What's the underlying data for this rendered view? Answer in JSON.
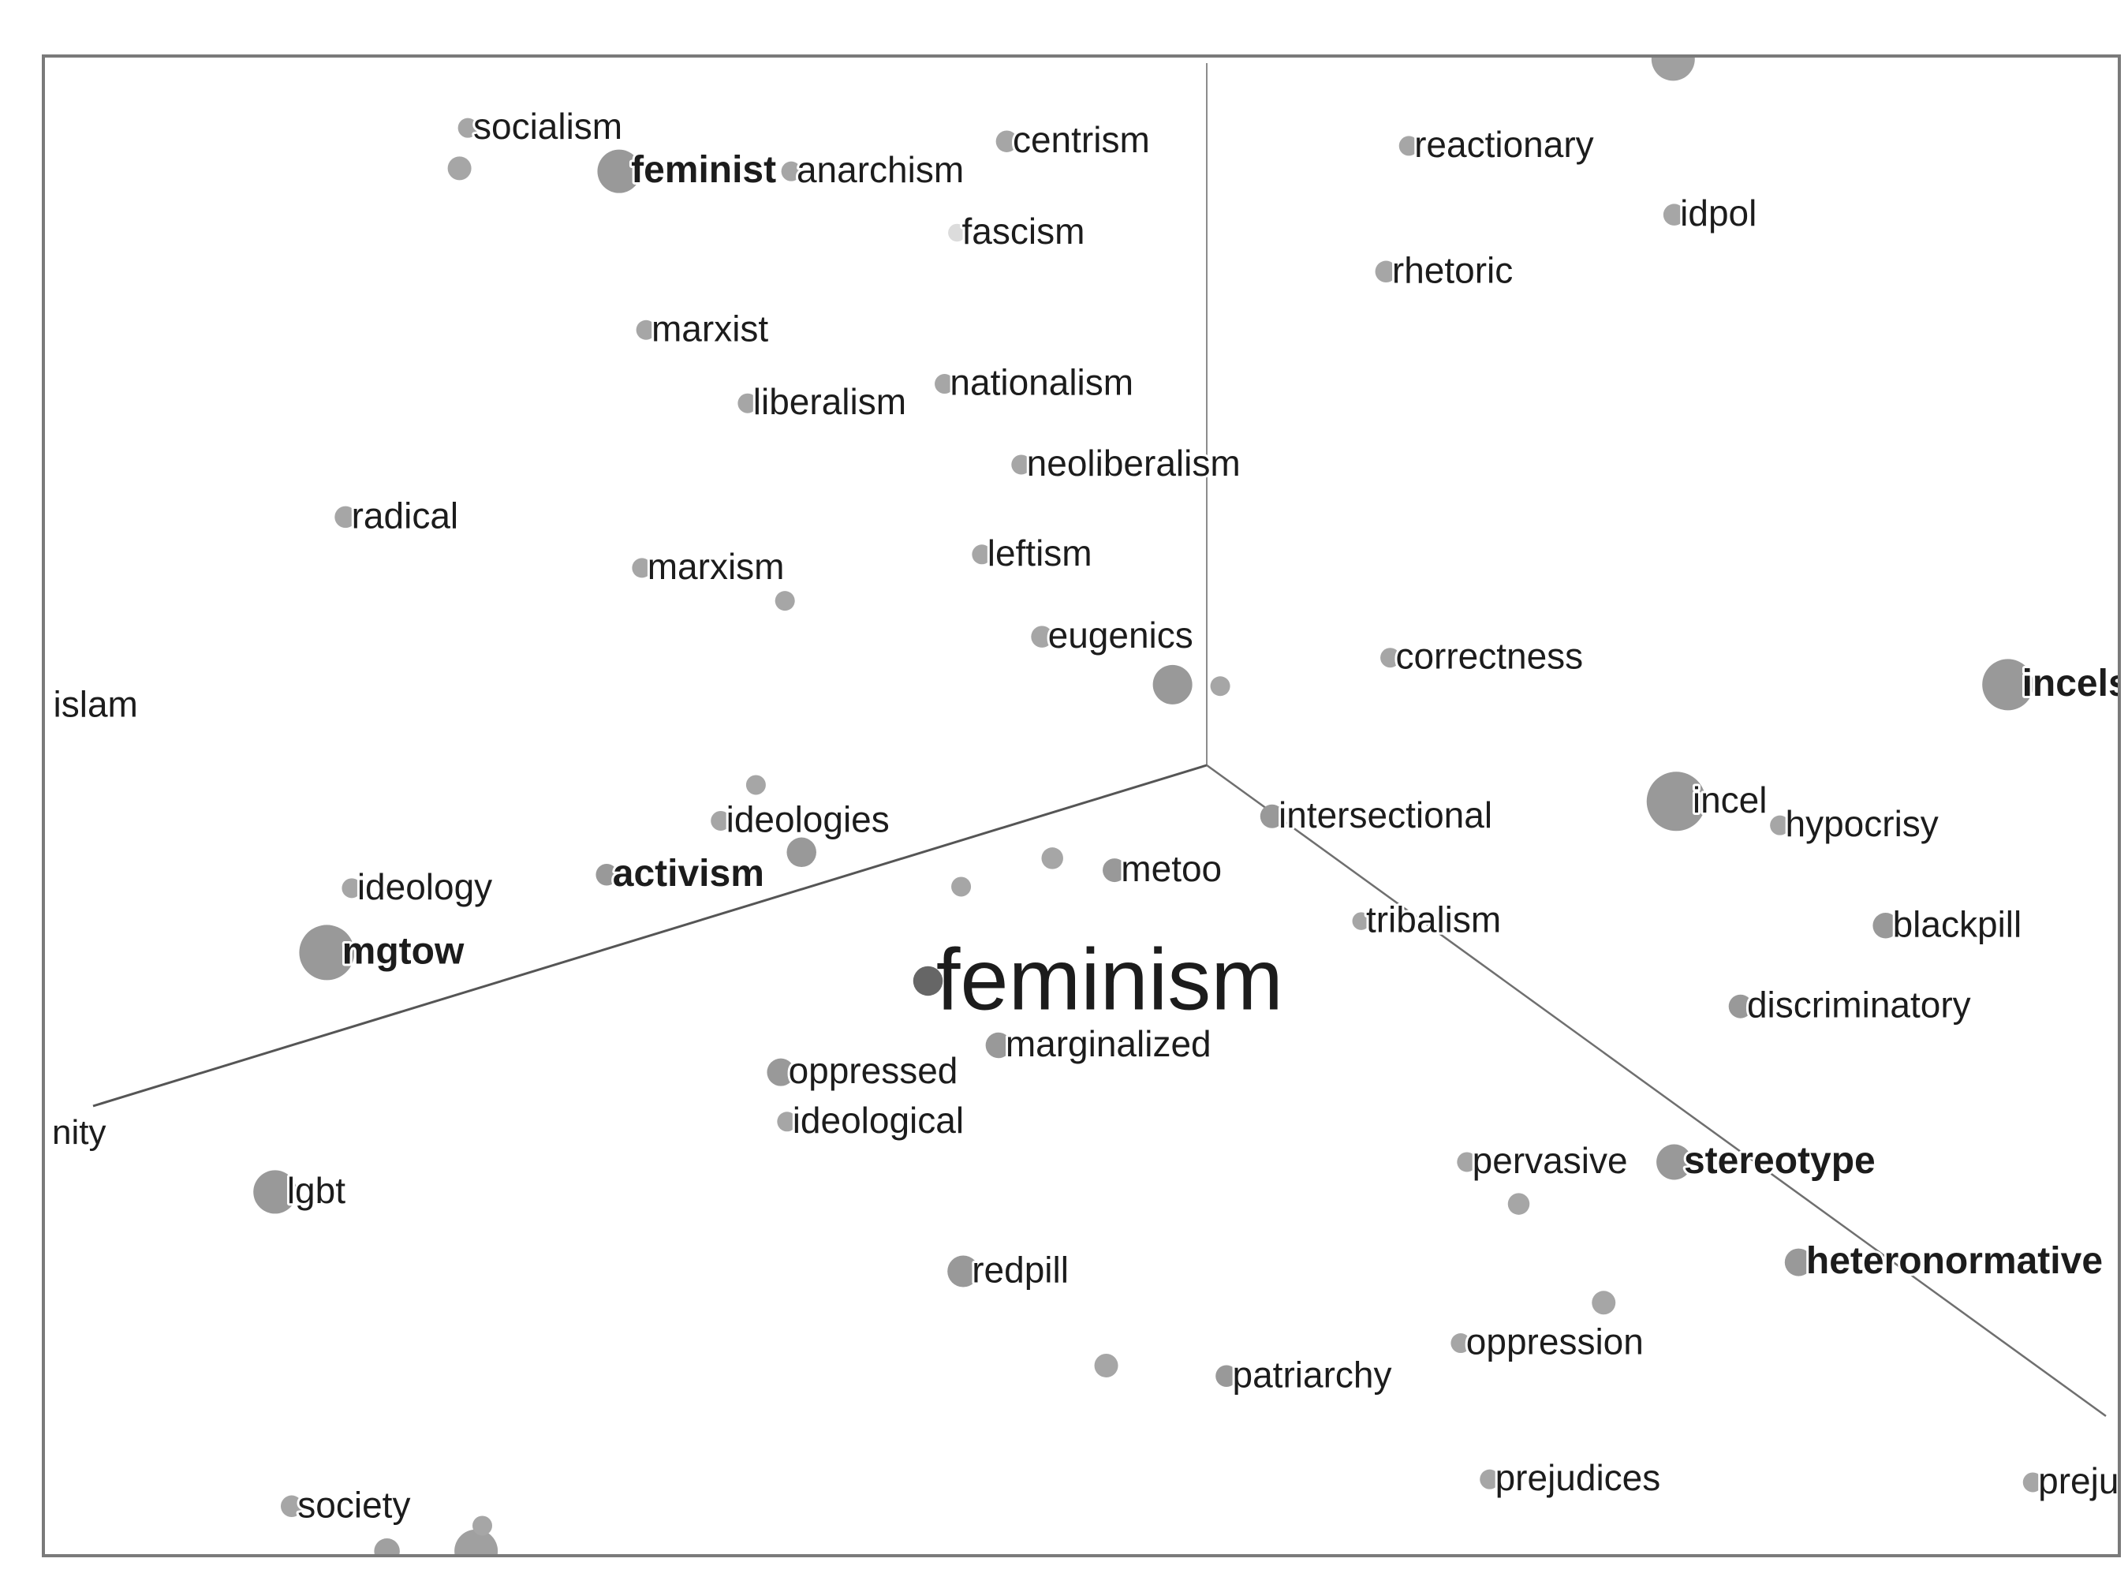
{
  "chart_data": {
    "type": "scatter",
    "title": "",
    "xlabel": "",
    "ylabel": "",
    "grid": false,
    "legend": "none",
    "axis_labels": [
      "nity"
    ],
    "colors": {
      "point": "#a6a6a6",
      "point_focus": "#666666",
      "label": "#1c1c1c",
      "label_faded": "#ebebeb",
      "frame": "#7a7a7a",
      "axis": "#8c8c8c"
    },
    "points": [
      {
        "label": "socialism",
        "x": 0.204,
        "y": 0.953,
        "size": 1,
        "weight": "normal",
        "shade": "light"
      },
      {
        "label": "",
        "x": 0.2,
        "y": 0.926,
        "size": 1.2,
        "weight": "normal",
        "shade": "light"
      },
      {
        "label": "feminist",
        "x": 0.277,
        "y": 0.924,
        "size": 2.2,
        "weight": "bold",
        "shade": "mid"
      },
      {
        "label": "anarchism",
        "x": 0.36,
        "y": 0.924,
        "size": 1,
        "weight": "normal",
        "shade": "light"
      },
      {
        "label": "centrism",
        "x": 0.464,
        "y": 0.944,
        "size": 1.1,
        "weight": "normal",
        "shade": "light"
      },
      {
        "label": "fascism",
        "x": 0.44,
        "y": 0.883,
        "size": 0.9,
        "weight": "normal",
        "shade": "faded"
      },
      {
        "label": "reactionary",
        "x": 0.658,
        "y": 0.941,
        "size": 1,
        "weight": "normal",
        "shade": "light"
      },
      {
        "label": "idpol",
        "x": 0.786,
        "y": 0.895,
        "size": 1.1,
        "weight": "normal",
        "shade": "light"
      },
      {
        "label": "rhetoric",
        "x": 0.647,
        "y": 0.857,
        "size": 1.1,
        "weight": "normal",
        "shade": "light"
      },
      {
        "label": "marxist",
        "x": 0.29,
        "y": 0.818,
        "size": 1,
        "weight": "normal",
        "shade": "light"
      },
      {
        "label": "nationalism",
        "x": 0.434,
        "y": 0.782,
        "size": 1,
        "weight": "normal",
        "shade": "light"
      },
      {
        "label": "liberalism",
        "x": 0.339,
        "y": 0.769,
        "size": 1,
        "weight": "normal",
        "shade": "light"
      },
      {
        "label": "neoliberalism",
        "x": 0.471,
        "y": 0.728,
        "size": 1,
        "weight": "normal",
        "shade": "light"
      },
      {
        "label": "radical",
        "x": 0.145,
        "y": 0.693,
        "size": 1.1,
        "weight": "normal",
        "shade": "light"
      },
      {
        "label": "leftism",
        "x": 0.452,
        "y": 0.668,
        "size": 1,
        "weight": "normal",
        "shade": "light"
      },
      {
        "label": "marxism",
        "x": 0.288,
        "y": 0.659,
        "size": 1,
        "weight": "normal",
        "shade": "light"
      },
      {
        "label": "",
        "x": 0.357,
        "y": 0.637,
        "size": 1,
        "weight": "normal",
        "shade": "light"
      },
      {
        "label": "eugenics",
        "x": 0.481,
        "y": 0.613,
        "size": 1.1,
        "weight": "normal",
        "shade": "light"
      },
      {
        "label": "",
        "x": 0.544,
        "y": 0.581,
        "size": 2,
        "weight": "normal",
        "shade": "mid"
      },
      {
        "label": "",
        "x": 0.567,
        "y": 0.58,
        "size": 1,
        "weight": "normal",
        "shade": "light"
      },
      {
        "label": "correctness",
        "x": 0.649,
        "y": 0.599,
        "size": 1,
        "weight": "normal",
        "shade": "light"
      },
      {
        "label": "incels",
        "x": 0.947,
        "y": 0.581,
        "size": 2.6,
        "weight": "bold",
        "shade": "mid"
      },
      {
        "label": "islam",
        "x": 0.004,
        "y": 0.567,
        "size": 0,
        "weight": "normal",
        "shade": "light"
      },
      {
        "label": "",
        "x": 0.343,
        "y": 0.514,
        "size": 1,
        "weight": "normal",
        "shade": "light"
      },
      {
        "label": "ideologies",
        "x": 0.326,
        "y": 0.49,
        "size": 1,
        "weight": "normal",
        "shade": "light"
      },
      {
        "label": "intersectional",
        "x": 0.592,
        "y": 0.493,
        "size": 1.2,
        "weight": "normal",
        "shade": "mid"
      },
      {
        "label": "incel",
        "x": 0.787,
        "y": 0.503,
        "size": 3,
        "weight": "normal",
        "shade": "mid"
      },
      {
        "label": "hypocrisy",
        "x": 0.837,
        "y": 0.487,
        "size": 1,
        "weight": "normal",
        "shade": "light"
      },
      {
        "label": "",
        "x": 0.365,
        "y": 0.469,
        "size": 1.5,
        "weight": "normal",
        "shade": "mid"
      },
      {
        "label": "",
        "x": 0.486,
        "y": 0.465,
        "size": 1.1,
        "weight": "normal",
        "shade": "light"
      },
      {
        "label": "activism",
        "x": 0.271,
        "y": 0.454,
        "size": 1.1,
        "weight": "bold",
        "shade": "mid"
      },
      {
        "label": "ideology",
        "x": 0.148,
        "y": 0.445,
        "size": 1,
        "weight": "normal",
        "shade": "light"
      },
      {
        "label": "",
        "x": 0.442,
        "y": 0.446,
        "size": 1,
        "weight": "normal",
        "shade": "light"
      },
      {
        "label": "metoo",
        "x": 0.516,
        "y": 0.457,
        "size": 1.2,
        "weight": "normal",
        "shade": "mid"
      },
      {
        "label": "tribalism",
        "x": 0.635,
        "y": 0.423,
        "size": 0.9,
        "weight": "normal",
        "shade": "light"
      },
      {
        "label": "blackpill",
        "x": 0.888,
        "y": 0.42,
        "size": 1.3,
        "weight": "normal",
        "shade": "mid"
      },
      {
        "label": "mgtow",
        "x": 0.136,
        "y": 0.402,
        "size": 2.8,
        "weight": "bold",
        "shade": "mid"
      },
      {
        "label": "feminism",
        "x": 0.426,
        "y": 0.383,
        "size": 1.5,
        "weight": "normal",
        "shade": "dark",
        "focus": true
      },
      {
        "label": "discriminatory",
        "x": 0.818,
        "y": 0.366,
        "size": 1.2,
        "weight": "normal",
        "shade": "mid"
      },
      {
        "label": "marginalized",
        "x": 0.46,
        "y": 0.34,
        "size": 1.3,
        "weight": "normal",
        "shade": "mid"
      },
      {
        "label": "oppressed",
        "x": 0.355,
        "y": 0.322,
        "size": 1.4,
        "weight": "normal",
        "shade": "mid"
      },
      {
        "label": "ideological",
        "x": 0.358,
        "y": 0.289,
        "size": 1,
        "weight": "normal",
        "shade": "light"
      },
      {
        "label": "lgbt",
        "x": 0.111,
        "y": 0.242,
        "size": 2.2,
        "weight": "normal",
        "shade": "mid"
      },
      {
        "label": "pervasive",
        "x": 0.686,
        "y": 0.262,
        "size": 1,
        "weight": "normal",
        "shade": "light"
      },
      {
        "label": "stereotype",
        "x": 0.786,
        "y": 0.262,
        "size": 1.8,
        "weight": "bold",
        "shade": "mid"
      },
      {
        "label": "",
        "x": 0.711,
        "y": 0.234,
        "size": 1.1,
        "weight": "normal",
        "shade": "light"
      },
      {
        "label": "heteronormative",
        "x": 0.846,
        "y": 0.195,
        "size": 1.4,
        "weight": "bold",
        "shade": "mid"
      },
      {
        "label": "redpill",
        "x": 0.443,
        "y": 0.189,
        "size": 1.6,
        "weight": "normal",
        "shade": "mid"
      },
      {
        "label": "",
        "x": 0.752,
        "y": 0.168,
        "size": 1.2,
        "weight": "normal",
        "shade": "light"
      },
      {
        "label": "oppression",
        "x": 0.683,
        "y": 0.141,
        "size": 1,
        "weight": "normal",
        "shade": "light"
      },
      {
        "label": "",
        "x": 0.512,
        "y": 0.126,
        "size": 1.2,
        "weight": "normal",
        "shade": "light"
      },
      {
        "label": "patriarchy",
        "x": 0.57,
        "y": 0.119,
        "size": 1.1,
        "weight": "normal",
        "shade": "mid"
      },
      {
        "label": "prejudices",
        "x": 0.697,
        "y": 0.05,
        "size": 1,
        "weight": "normal",
        "shade": "light"
      },
      {
        "label": "preju",
        "x": 0.959,
        "y": 0.048,
        "size": 1,
        "weight": "normal",
        "shade": "light"
      },
      {
        "label": "society",
        "x": 0.119,
        "y": 0.032,
        "size": 1.1,
        "weight": "normal",
        "shade": "light"
      },
      {
        "label": "",
        "x": 0.211,
        "y": 0.019,
        "size": 1,
        "weight": "normal",
        "shade": "light"
      }
    ],
    "clipped_bubbles": [
      {
        "x": 0.7855,
        "y": 0.999,
        "size": 2.2
      },
      {
        "x": 0.165,
        "y": 0.002,
        "size": 1.3
      },
      {
        "x": 0.208,
        "y": 0.002,
        "size": 2.2
      }
    ]
  }
}
